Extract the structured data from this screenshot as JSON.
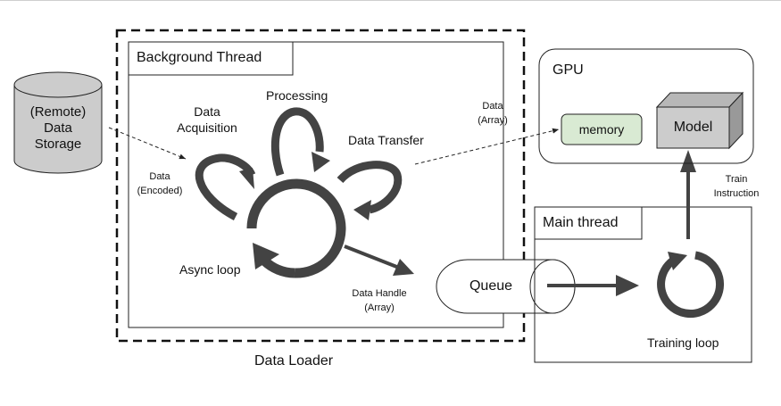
{
  "diagram": {
    "storage": {
      "line1": "(Remote)",
      "line2": "Data",
      "line3": "Storage"
    },
    "data_loader": {
      "label": "Data Loader"
    },
    "background_thread": {
      "title": "Background Thread",
      "steps": {
        "acquisition_line1": "Data",
        "acquisition_line2": "Acquisition",
        "processing": "Processing",
        "transfer": "Data Transfer",
        "async_loop": "Async loop"
      },
      "edge_labels": {
        "encoded_line1": "Data",
        "encoded_line2": "(Encoded)",
        "handle_line1": "Data Handle",
        "handle_line2": "(Array)",
        "array_line1": "Data",
        "array_line2": "(Array)"
      }
    },
    "gpu": {
      "title": "GPU",
      "memory": "memory",
      "model": "Model"
    },
    "queue": {
      "label": "Queue"
    },
    "main_thread": {
      "title": "Main thread",
      "loop": "Training loop",
      "instruction_line1": "Train",
      "instruction_line2": "Instruction"
    },
    "colors": {
      "arrow": "#434343",
      "storage_fill": "#cccccc",
      "memory_fill": "#d9ead3",
      "model_fill": "#cccccc",
      "model_side": "#999999",
      "model_top": "#b7b7b7"
    }
  }
}
